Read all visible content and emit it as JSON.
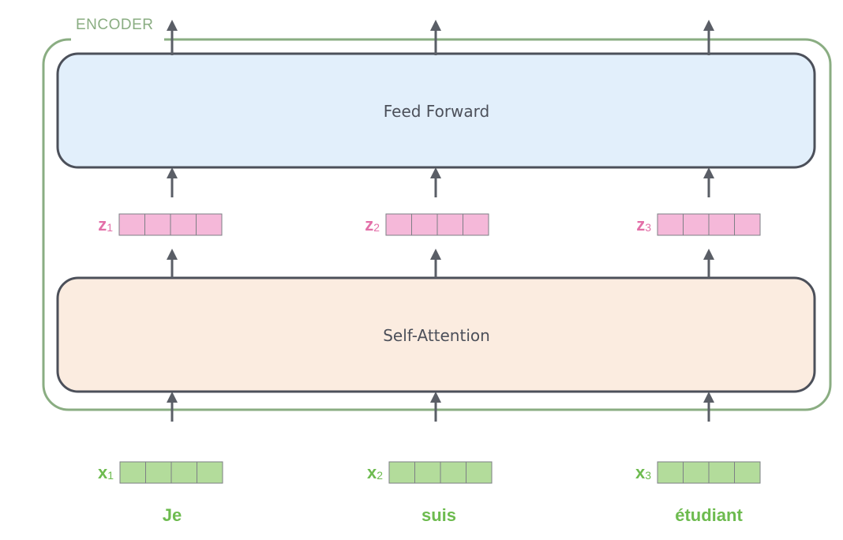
{
  "encoder": {
    "label": "ENCODER"
  },
  "blocks": {
    "feed_forward": "Feed Forward",
    "self_attention": "Self-Attention"
  },
  "z_vectors": [
    {
      "letter": "z",
      "subscript": "1"
    },
    {
      "letter": "z",
      "subscript": "2"
    },
    {
      "letter": "z",
      "subscript": "3"
    }
  ],
  "x_vectors": [
    {
      "letter": "x",
      "subscript": "1"
    },
    {
      "letter": "x",
      "subscript": "2"
    },
    {
      "letter": "x",
      "subscript": "3"
    }
  ],
  "words": [
    "Je",
    "suis",
    "étudiant"
  ],
  "colors": {
    "encoder_border": "#8aad82",
    "encoder_label": "#8aad82",
    "feed_forward_fill": "#e2effb",
    "self_attention_fill": "#fbece0",
    "block_border": "#4c505a",
    "arrow": "#5a5e66",
    "z_cell_fill": "#f5b8d9",
    "z_label": "#e36fa8",
    "x_cell_fill": "#b3dc9b",
    "x_label": "#6dbb4f",
    "word": "#6dbb4f"
  },
  "cells_per_vector": 4
}
